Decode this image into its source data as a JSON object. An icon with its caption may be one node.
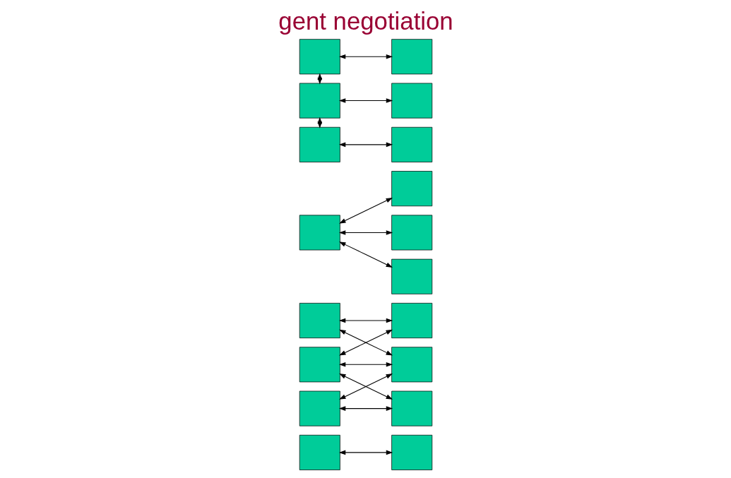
{
  "diagram": {
    "title": "gent negotiation",
    "nodes": [
      {
        "text": [],
        "shape": "box"
      },
      {
        "text": [],
        "shape": "box"
      },
      {
        "text": [],
        "shape": "box"
      },
      {
        "text": [],
        "shape": "box"
      },
      {
        "text": [],
        "shape": "box"
      },
      {
        "text": [],
        "shape": "box"
      },
      {
        "text": [],
        "shape": "box"
      },
      {
        "text": [],
        "shape": "box"
      },
      {
        "text": [],
        "shape": "box"
      },
      {
        "text": [],
        "shape": "box"
      },
      {
        "text": [],
        "shape": "box"
      },
      {
        "text": [],
        "shape": "box"
      },
      {
        "text": [],
        "shape": "box"
      },
      {
        "text": [],
        "shape": "box"
      },
      {
        "text": [],
        "shape": "box"
      },
      {
        "text": [],
        "shape": "box"
      },
      {
        "text": [],
        "shape": "box"
      },
      {
        "text": [],
        "shape": "box"
      }
    ],
    "edges": [
      {
        "from": 0,
        "to": 1,
        "arrow": "both"
      },
      {
        "from": 2,
        "to": 5,
        "arrow": "both"
      },
      {
        "from": 2,
        "to": 6,
        "arrow": "both"
      },
      {
        "from": 3,
        "to": 5,
        "arrow": "both"
      },
      {
        "from": 3,
        "to": 6,
        "arrow": "both"
      },
      {
        "from": 3,
        "to": 7,
        "arrow": "both"
      },
      {
        "from": 4,
        "to": 6,
        "arrow": "both"
      },
      {
        "from": 4,
        "to": 7,
        "arrow": "both"
      },
      {
        "from": 8,
        "to": 9,
        "arrow": "both"
      },
      {
        "from": 8,
        "to": 10,
        "arrow": "both"
      },
      {
        "from": 8,
        "to": 11,
        "arrow": "both"
      },
      {
        "from": 12,
        "to": 13,
        "arrow": "both"
      },
      {
        "from": 13,
        "to": 14,
        "arrow": "both"
      },
      {
        "from": 12,
        "to": 15,
        "arrow": "both"
      },
      {
        "from": 13,
        "to": 16,
        "arrow": "both"
      },
      {
        "from": 14,
        "to": 17,
        "arrow": "both"
      }
    ]
  }
}
